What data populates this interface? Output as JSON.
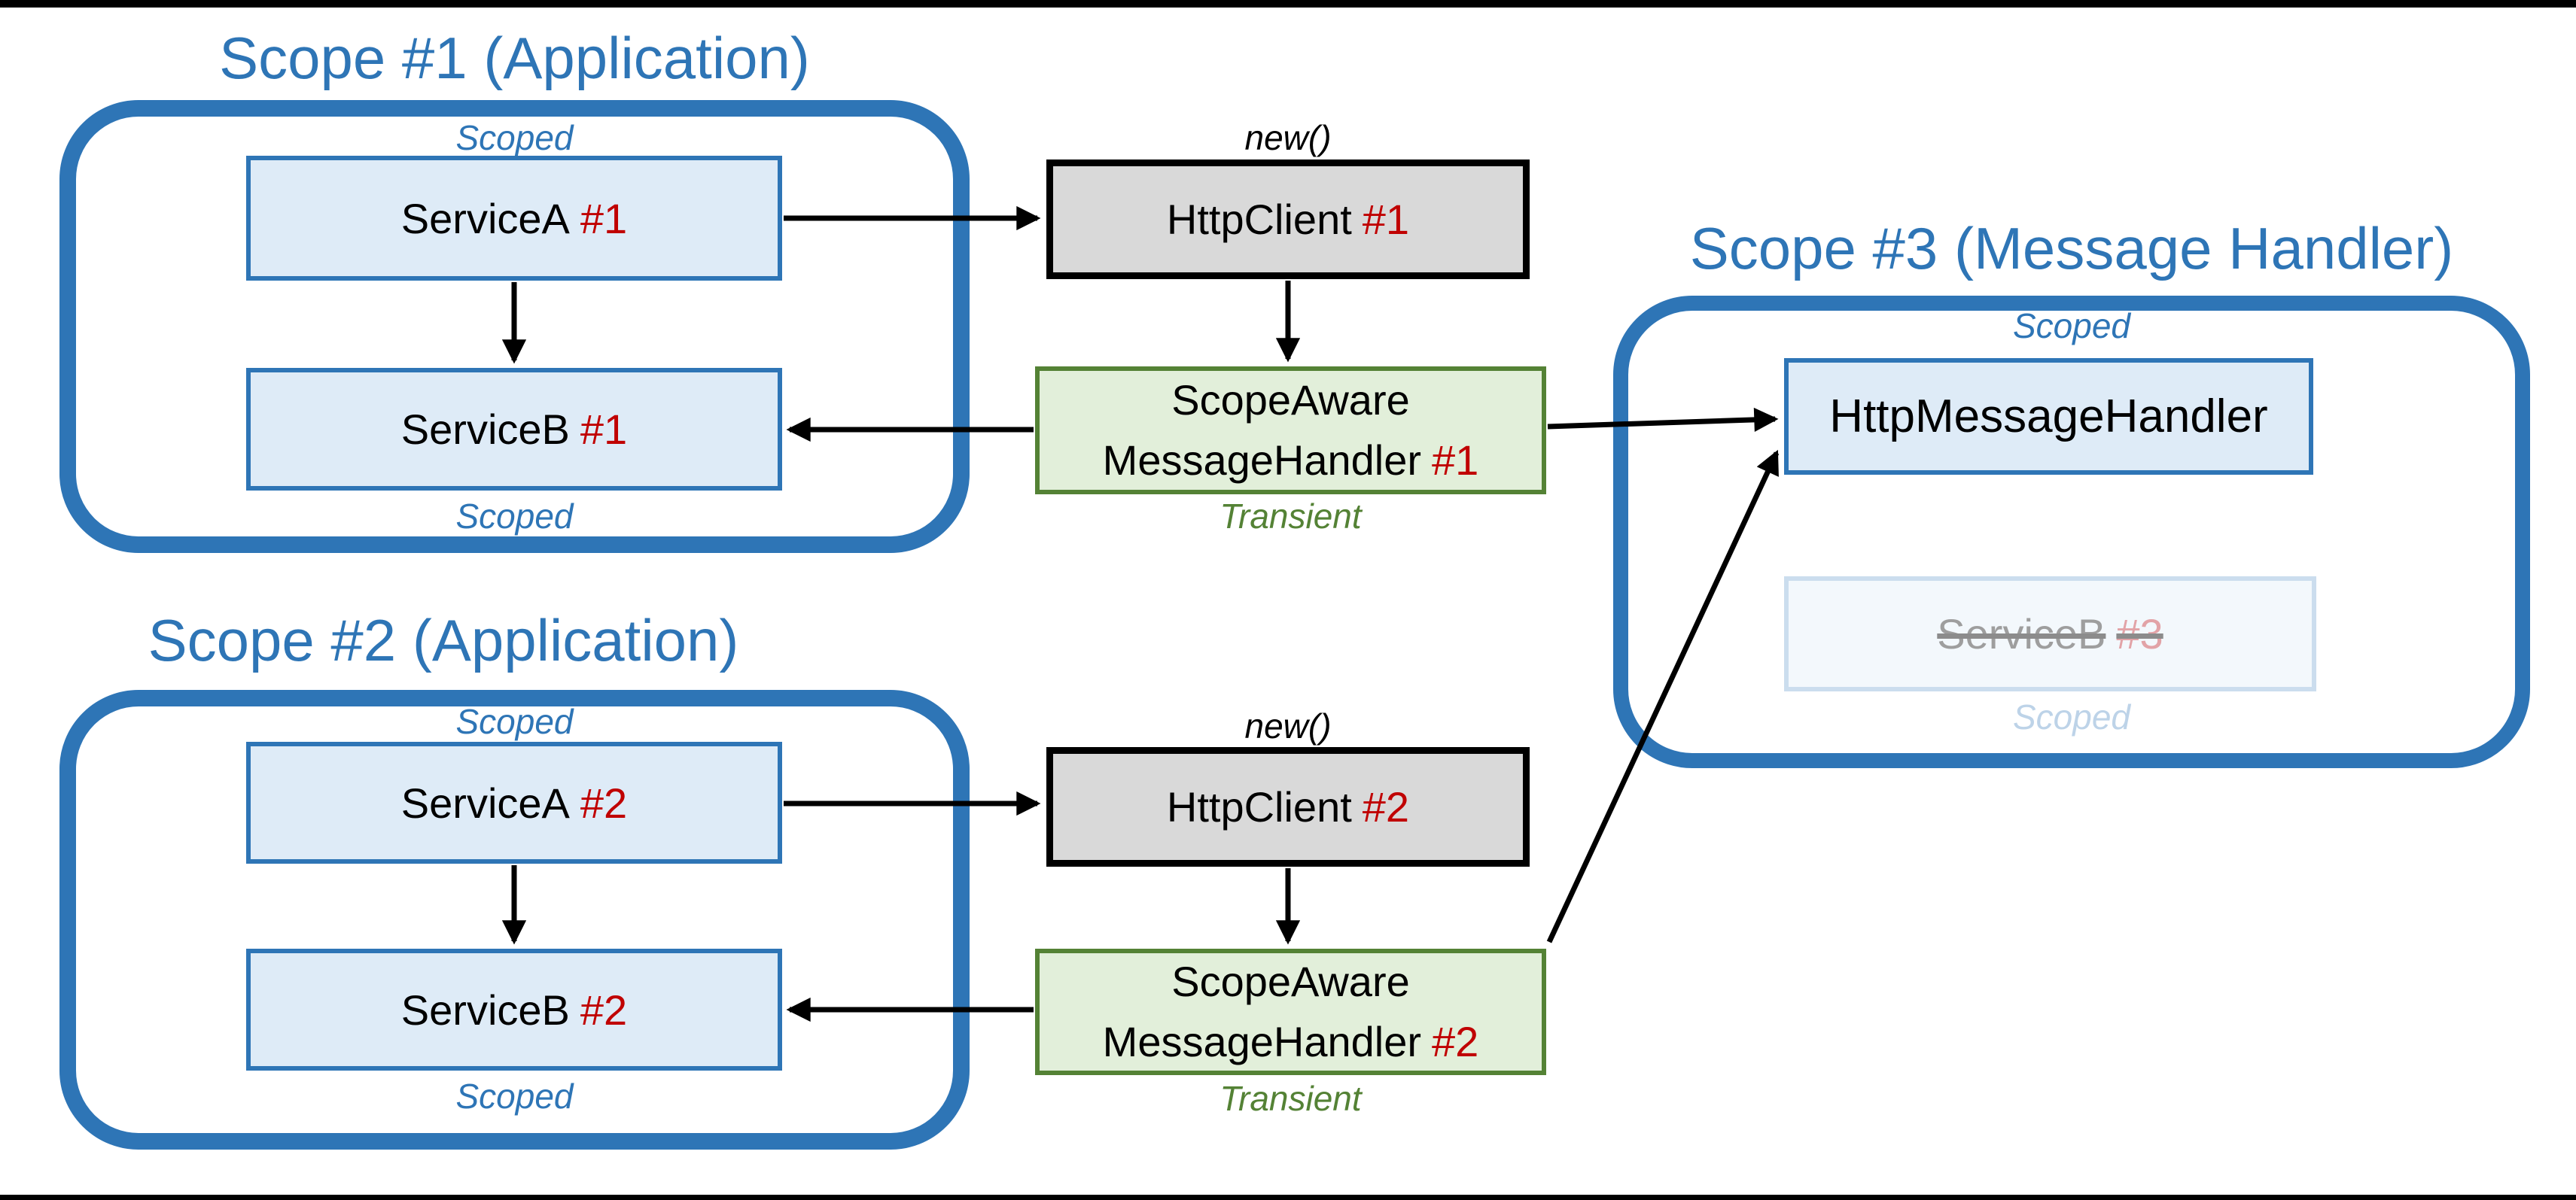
{
  "frame": {
    "background": "#ffffff",
    "top_bar_color": "#000000",
    "bottom_bar_color": "#000000"
  },
  "colors": {
    "accent_blue": "#2E75B6",
    "box_fill_blue": "#DEEBF7",
    "box_fill_gray": "#D9D9D9",
    "box_fill_green": "#E2EFDA",
    "green_border": "#548235",
    "red": "#C00000",
    "faded_fill": "#F3F8FC",
    "faded_border": "#CBDDEE",
    "faded_text": "#9E9E9E",
    "faded_red": "#E2A3A7",
    "faded_blue_label": "#BDD3E8",
    "arrow_color": "#000000"
  },
  "scope1": {
    "title": "Scope #1 (Application)",
    "scoped_top": "Scoped",
    "scoped_bottom": "Scoped",
    "service_a": {
      "name": "ServiceA",
      "num": "#1"
    },
    "service_b": {
      "name": "ServiceB",
      "num": "#1"
    }
  },
  "scope2": {
    "title": "Scope #2 (Application)",
    "scoped_top": "Scoped",
    "scoped_bottom": "Scoped",
    "service_a": {
      "name": "ServiceA",
      "num": "#2"
    },
    "service_b": {
      "name": "ServiceB",
      "num": "#2"
    }
  },
  "scope3": {
    "title": "Scope #3 (Message Handler)",
    "scoped_top": "Scoped",
    "scoped_bottom": "Scoped",
    "handler": {
      "name": "HttpMessageHandler"
    },
    "service_b": {
      "name": "ServiceB",
      "num": "#3"
    }
  },
  "flow1": {
    "new_label": "new()",
    "http_client": {
      "name": "HttpClient",
      "num": "#1"
    },
    "message_handler": {
      "line1": "ScopeAware",
      "line2": "MessageHandler",
      "num": "#1"
    },
    "transient_label": "Transient"
  },
  "flow2": {
    "new_label": "new()",
    "http_client": {
      "name": "HttpClient",
      "num": "#2"
    },
    "message_handler": {
      "line1": "ScopeAware",
      "line2": "MessageHandler",
      "num": "#2"
    },
    "transient_label": "Transient"
  }
}
